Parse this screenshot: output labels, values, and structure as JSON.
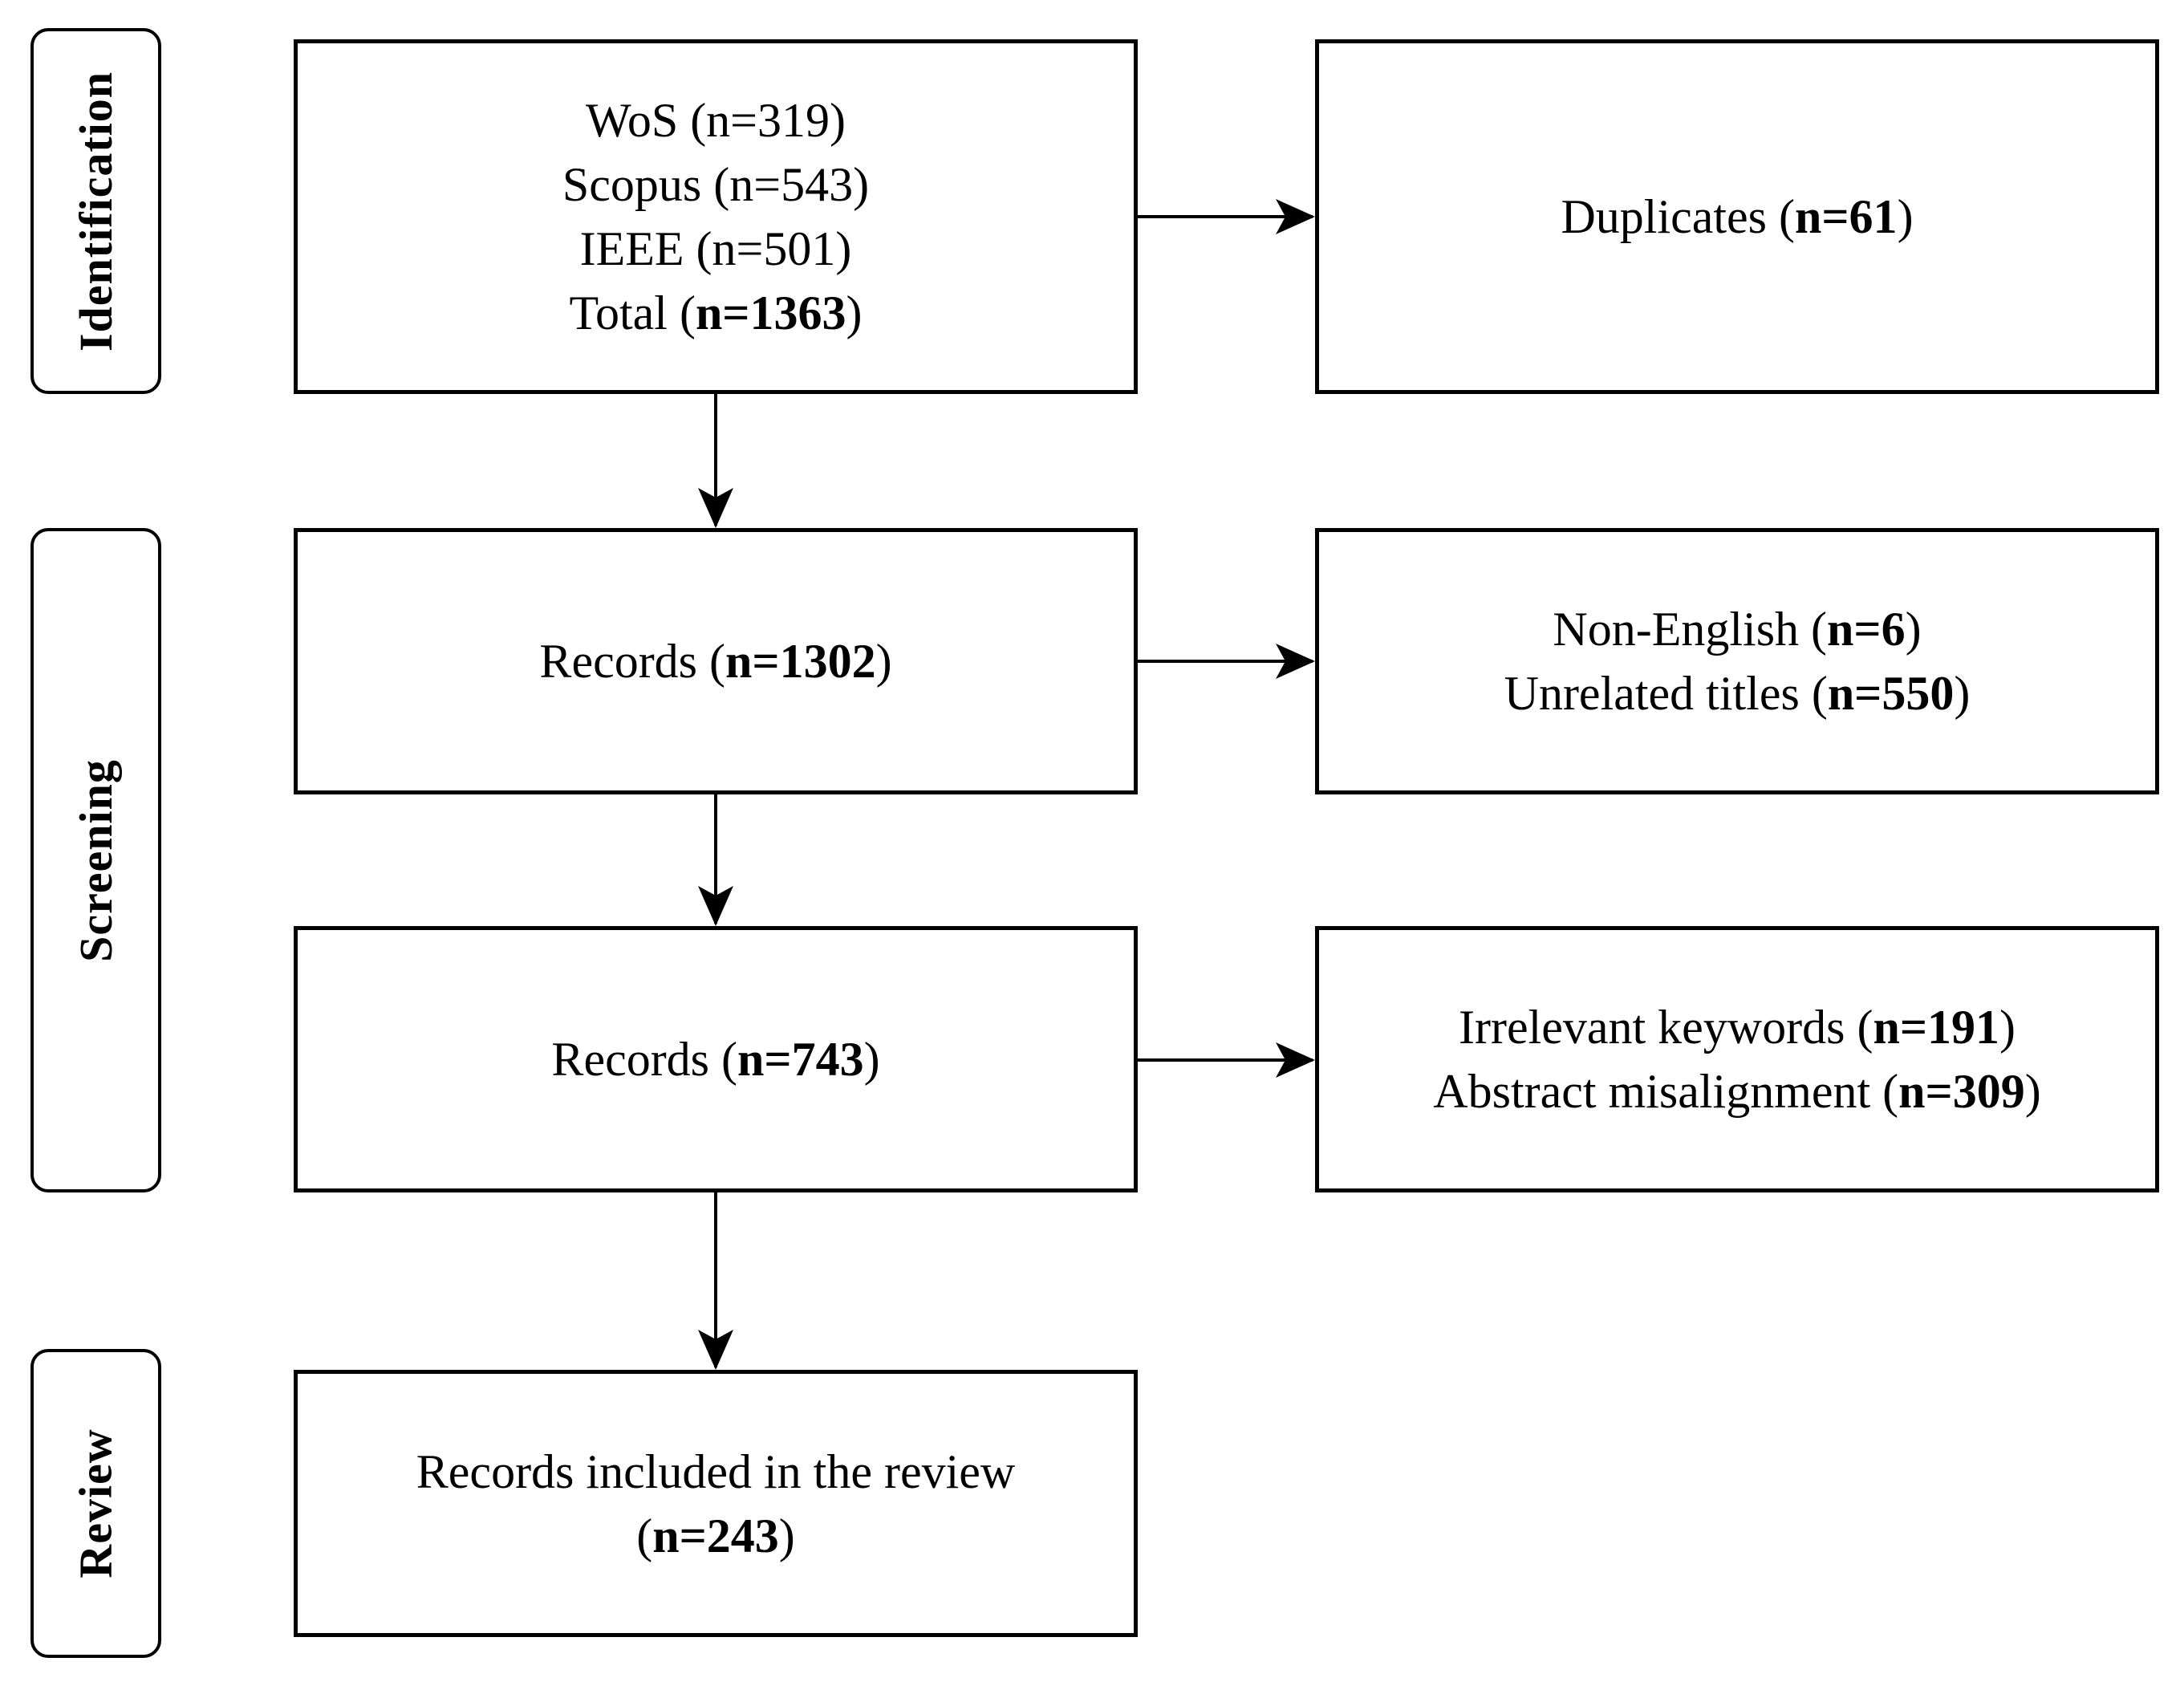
{
  "stages": {
    "identification": "Identification",
    "screening": "Screening",
    "review": "Review"
  },
  "boxes": {
    "identification": [
      {
        "pre": "WoS (n=319)",
        "bold": "",
        "post": ""
      },
      {
        "pre": "Scopus (n=543)",
        "bold": "",
        "post": ""
      },
      {
        "pre": "IEEE (n=501)",
        "bold": "",
        "post": ""
      },
      {
        "pre": "Total (",
        "bold": "n=1363",
        "post": ")"
      }
    ],
    "duplicates": [
      {
        "pre": "Duplicates (",
        "bold": "n=61",
        "post": ")"
      }
    ],
    "records_1302": [
      {
        "pre": "Records (",
        "bold": "n=1302",
        "post": ")"
      }
    ],
    "excluded_titles": [
      {
        "pre": "Non-English (",
        "bold": "n=6",
        "post": ")"
      },
      {
        "pre": "Unrelated titles (",
        "bold": "n=550",
        "post": ")"
      }
    ],
    "records_743": [
      {
        "pre": "Records (",
        "bold": "n=743",
        "post": ")"
      }
    ],
    "excluded_abstracts": [
      {
        "pre": "Irrelevant keywords (",
        "bold": "n=191",
        "post": ")"
      },
      {
        "pre": "Abstract misalignment (",
        "bold": "n=309",
        "post": ")"
      }
    ],
    "included": [
      {
        "pre": "Records included in the review",
        "bold": "",
        "post": ""
      },
      {
        "pre": "(",
        "bold": "n=243",
        "post": ")"
      }
    ]
  }
}
